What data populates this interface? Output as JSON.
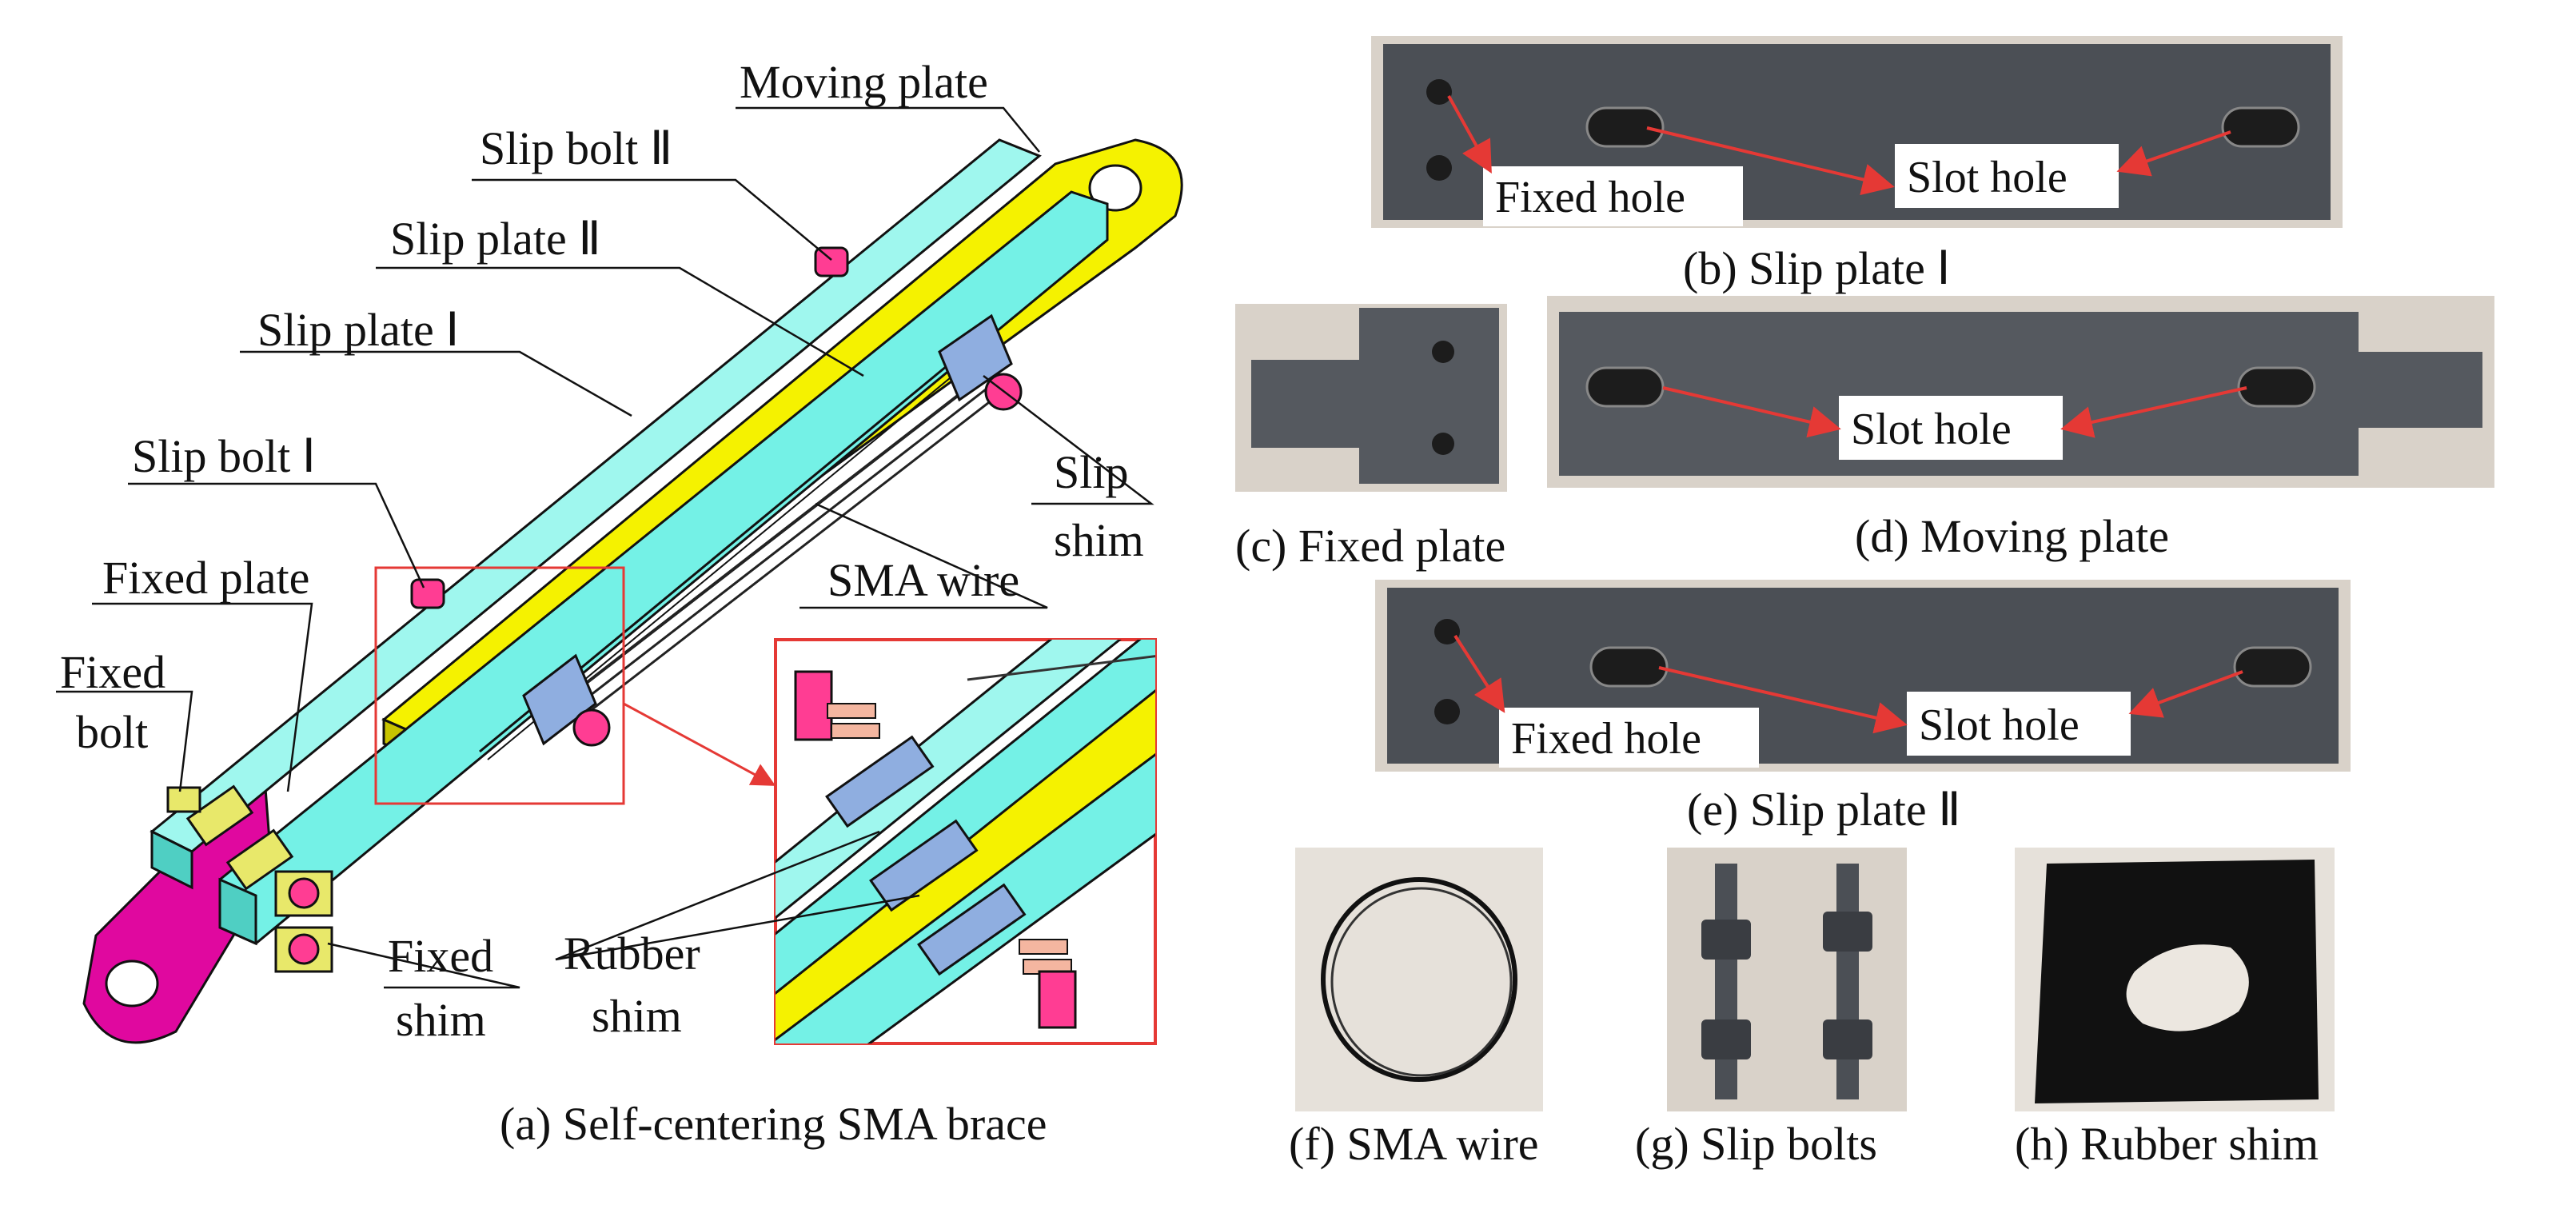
{
  "colors": {
    "cyan_plate": "#74f1e6",
    "cyan_dark": "#4fcfc3",
    "yellow_plate": "#f5f200",
    "magenta": "#e0089f",
    "bolt_pink": "#ff3d93",
    "shim_blue": "#8faee0",
    "shim_yellow": "#e8e86a",
    "steel": "#4b4f55",
    "steel_light": "#62676e",
    "photo_bg": "#d9d2c9",
    "red_callout": "#e53935"
  },
  "diagram": {
    "labels": {
      "moving_plate": "Moving plate",
      "slip_bolt_2": "Slip bolt Ⅱ",
      "slip_plate_2": "Slip plate Ⅱ",
      "slip_plate_1": "Slip plate Ⅰ",
      "slip_bolt_1": "Slip bolt Ⅰ",
      "fixed_plate": "Fixed plate",
      "fixed_bolt_line1": "Fixed",
      "fixed_bolt_line2": "bolt",
      "slip_shim_line1": "Slip",
      "slip_shim_line2": "shim",
      "sma_wire": "SMA wire",
      "fixed_shim_line1": "Fixed",
      "fixed_shim_line2": "shim",
      "rubber_shim_line1": "Rubber",
      "rubber_shim_line2": "shim"
    },
    "caption": "(a) Self-centering SMA brace"
  },
  "photos": {
    "slip_plate_1": {
      "caption": "(b) Slip plate Ⅰ",
      "fixed_hole": "Fixed hole",
      "slot_hole": "Slot hole"
    },
    "fixed_plate": {
      "caption": "(c) Fixed plate"
    },
    "moving_plate": {
      "caption": "(d) Moving plate",
      "slot_hole": "Slot hole"
    },
    "slip_plate_2": {
      "caption": "(e) Slip plate Ⅱ",
      "fixed_hole": "Fixed hole",
      "slot_hole": "Slot hole"
    },
    "sma_wire": {
      "caption": "(f) SMA wire"
    },
    "slip_bolts": {
      "caption": "(g) Slip bolts"
    },
    "rubber_shim": {
      "caption": "(h) Rubber shim"
    }
  }
}
